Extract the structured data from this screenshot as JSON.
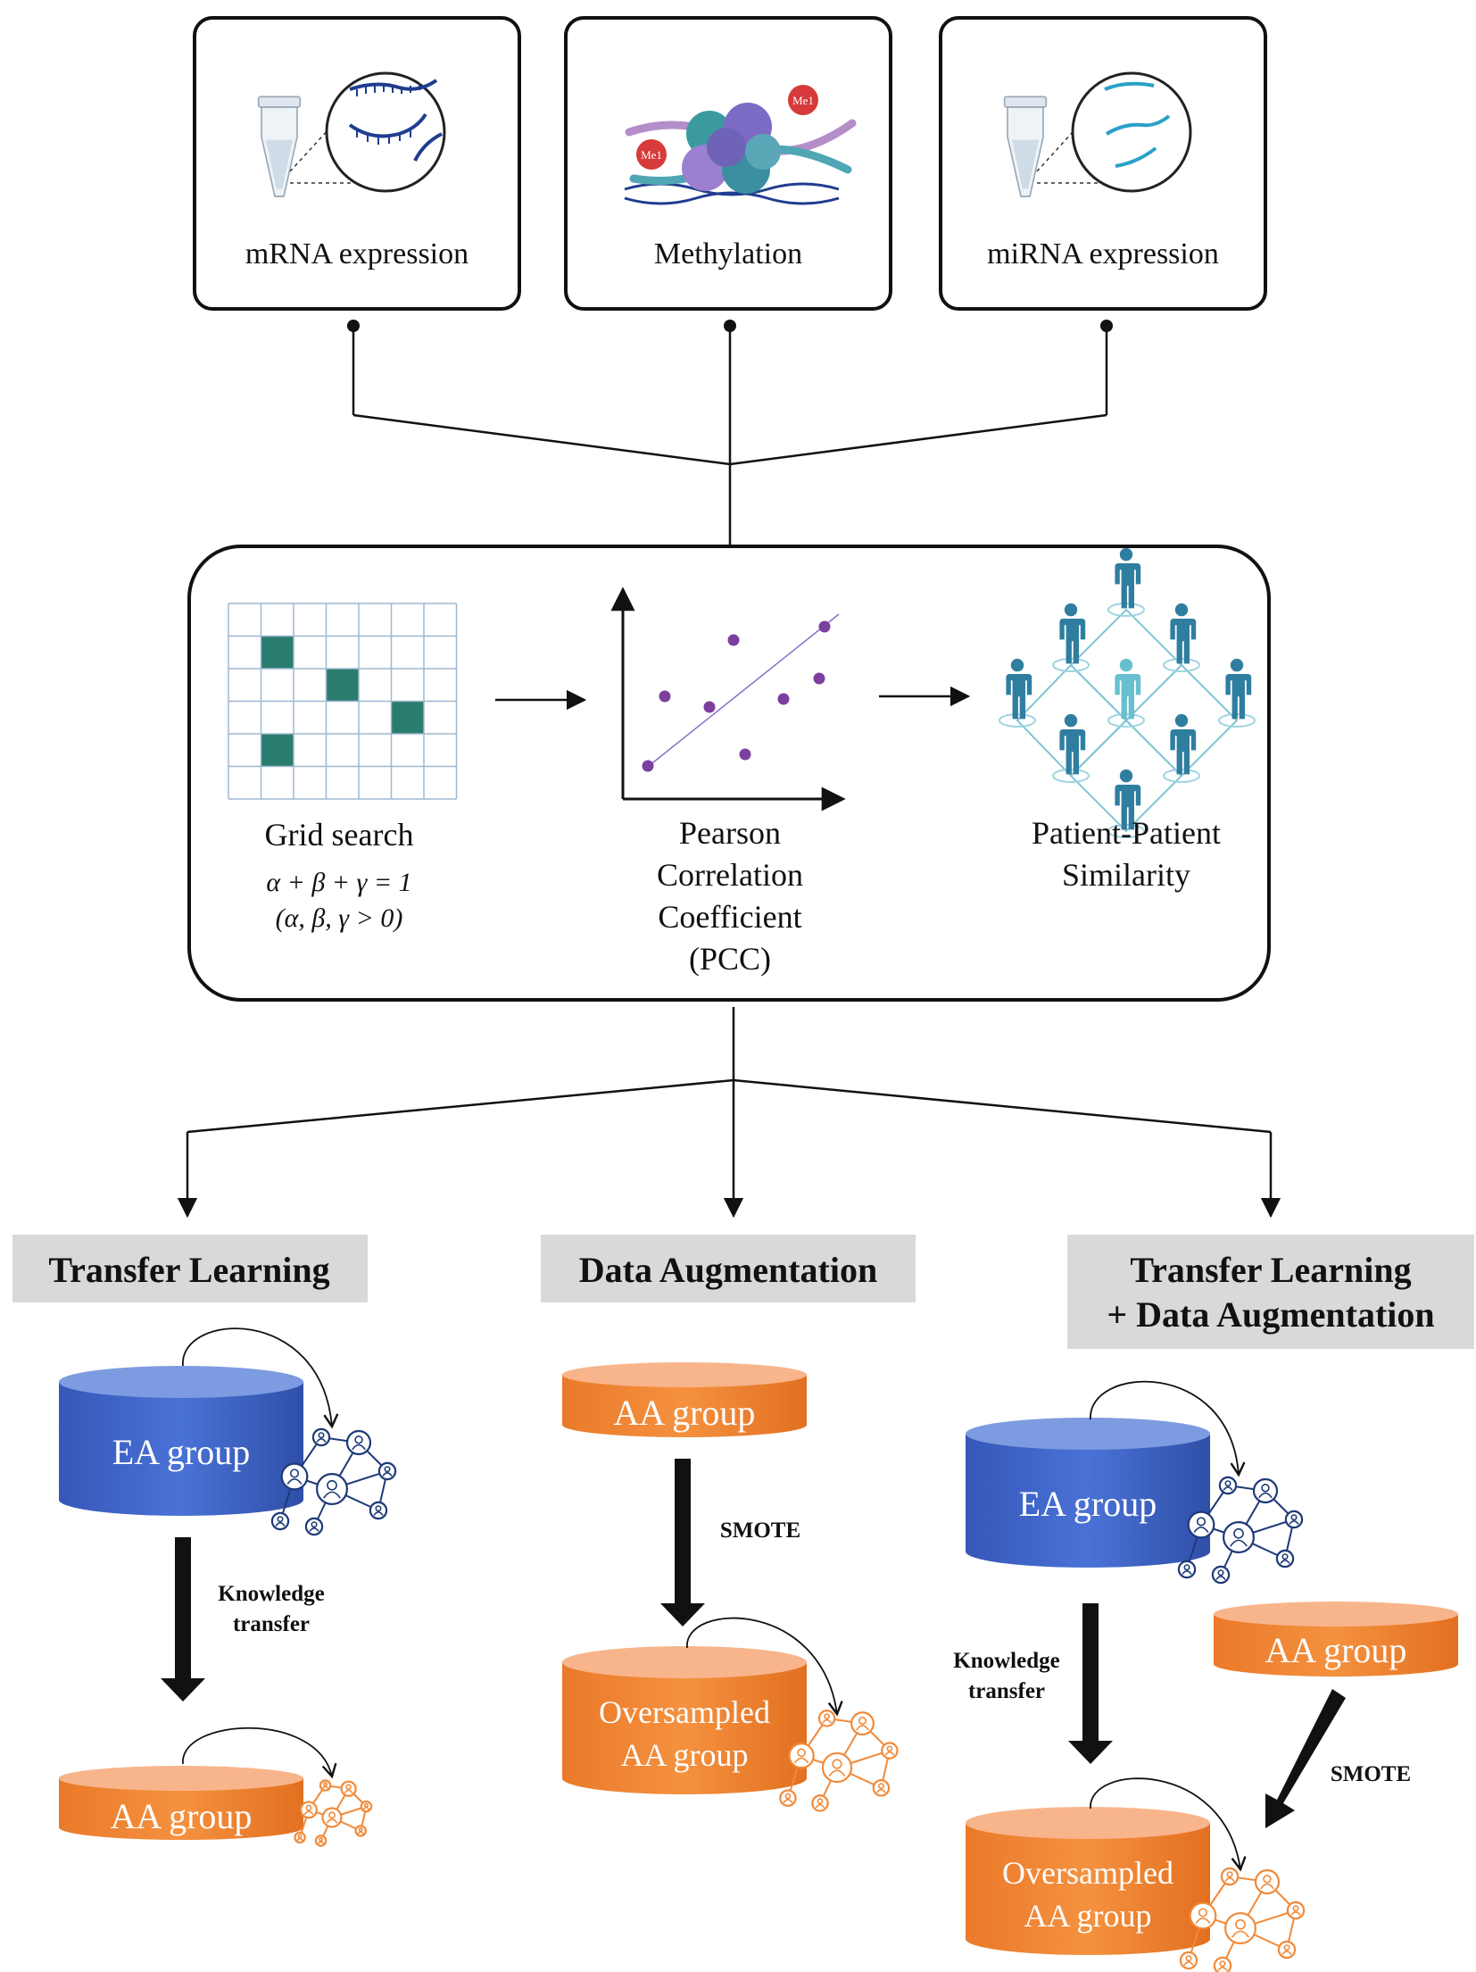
{
  "inputs": {
    "mrna": "mRNA expression",
    "methylation": "Methylation",
    "mirna": "miRNA expression",
    "me_badge": "Me1"
  },
  "process": {
    "grid_search": "Grid search",
    "grid_eq1": "α + β + γ = 1",
    "grid_eq2": "(α, β, γ > 0)",
    "pcc_line1": "Pearson",
    "pcc_line2": "Correlation",
    "pcc_line3": "Coefficient",
    "pcc_line4": "(PCC)",
    "pps_line1": "Patient-Patient",
    "pps_line2": "Similarity"
  },
  "strategies": {
    "tl": {
      "title": "Transfer Learning",
      "ea": "EA group",
      "arrow": [
        "Knowledge",
        "transfer"
      ],
      "aa": "AA group"
    },
    "da": {
      "title": "Data Augmentation",
      "aa": "AA group",
      "arrow": "SMOTE",
      "over": [
        "Oversampled",
        "AA group"
      ]
    },
    "tlda": {
      "title": [
        "Transfer Learning",
        "+ Data Augmentation"
      ],
      "ea": "EA group",
      "aa": "AA group",
      "arrow_kt": [
        "Knowledge",
        "transfer"
      ],
      "arrow_smote": "SMOTE",
      "over": [
        "Oversampled",
        "AA group"
      ]
    }
  },
  "colors": {
    "blue_top": "#7d9be0",
    "blue_body": "#3b62c8",
    "orange_top": "#f8b58c",
    "orange_body": "#f08030",
    "teal": "#2a7d6e",
    "purple": "#7b3f9e",
    "person": "#2f7ea0",
    "title_bg": "#d9d9d9",
    "net_blue": "#1e3a78",
    "net_orange": "#f08a3a"
  }
}
